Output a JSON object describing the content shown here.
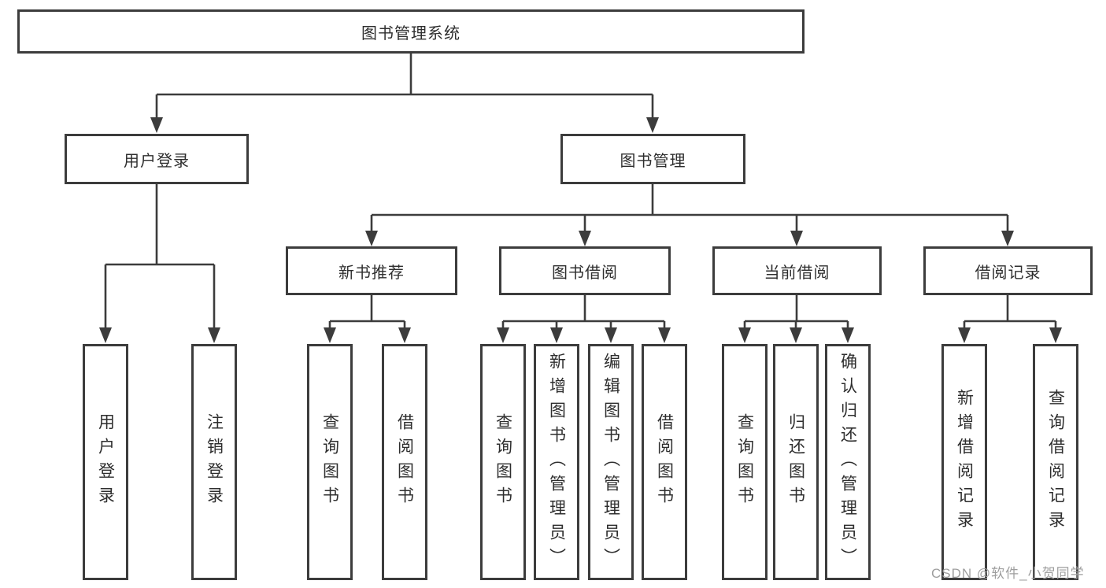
{
  "tree": {
    "label": "图书管理系统",
    "children": [
      {
        "label": "用户登录",
        "children": [
          {
            "label": "用户登录"
          },
          {
            "label": "注销登录"
          }
        ]
      },
      {
        "label": "图书管理",
        "children": [
          {
            "label": "新书推荐",
            "children": [
              {
                "label": "查询图书"
              },
              {
                "label": "借阅图书"
              }
            ]
          },
          {
            "label": "图书借阅",
            "children": [
              {
                "label": "查询图书"
              },
              {
                "label": "新增图书（管理员）"
              },
              {
                "label": "编辑图书（管理员）"
              },
              {
                "label": "借阅图书"
              }
            ]
          },
          {
            "label": "当前借阅",
            "children": [
              {
                "label": "查询图书"
              },
              {
                "label": "归还图书"
              },
              {
                "label": "确认归还（管理员）"
              }
            ]
          },
          {
            "label": "借阅记录",
            "children": [
              {
                "label": "新增借阅记录"
              },
              {
                "label": "查询借阅记录"
              }
            ]
          }
        ]
      }
    ]
  },
  "watermark": "CSDN @软件_小贺同学",
  "colors": {
    "line": "#3c3c3c",
    "text": "#2e2e2e",
    "background": "#ffffff",
    "watermark": "#9e9e9e"
  }
}
